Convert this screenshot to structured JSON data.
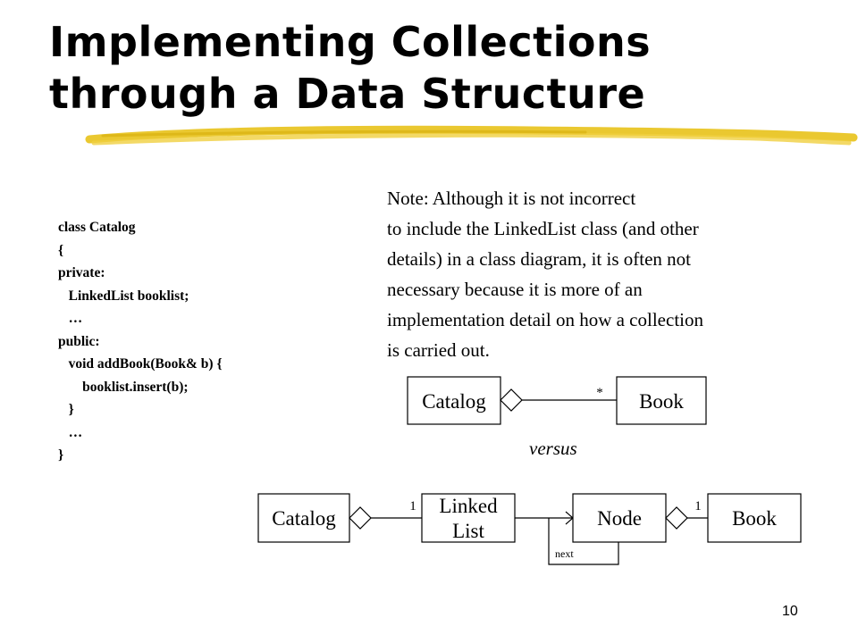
{
  "title": {
    "line1": "Implementing Collections",
    "line2": "through a Data Structure"
  },
  "code": [
    "class Catalog",
    "{",
    "private:",
    "   LinkedList booklist;",
    "   …",
    "public:",
    "   void addBook(Book& b) {",
    "       booklist.insert(b);",
    "   }",
    "   …",
    "}"
  ],
  "note": [
    "Note:  Although it is not incorrect",
    "to include the LinkedList class (and other",
    "details) in a class diagram, it is often not",
    "necessary because it is more of an",
    "implementation detail on how a collection",
    "is carried out."
  ],
  "diagram1": {
    "catalog": "Catalog",
    "book": "Book",
    "multiplicity": "*"
  },
  "versus": "versus",
  "diagram2": {
    "catalog": "Catalog",
    "linked_line1": "Linked",
    "linked_line2": "List",
    "node": "Node",
    "book": "Book",
    "mult_left": "1",
    "mult_right": "1",
    "self_link": "next"
  },
  "page_number": "10",
  "colors": {
    "underline": "#e8c21a",
    "text": "#000000"
  }
}
